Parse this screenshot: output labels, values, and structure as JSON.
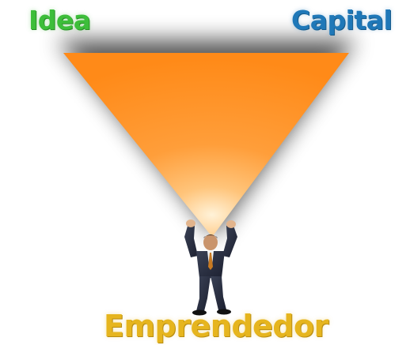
{
  "labels": {
    "idea": "Idea",
    "capital": "Capital",
    "emprendedor": "Emprendedor"
  },
  "colors": {
    "idea": "#3dbe3a",
    "capital": "#1f78b8",
    "emprendedor": "#e6b51e",
    "triangle": "#ff9a33"
  }
}
